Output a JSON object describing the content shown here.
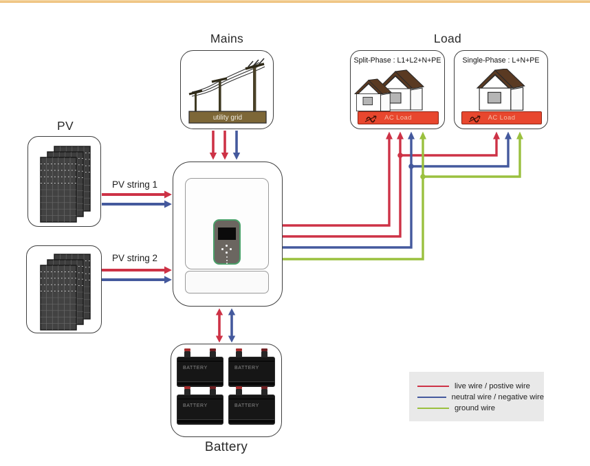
{
  "colors": {
    "live": "#cd3246",
    "neutral": "#44599d",
    "ground": "#9ac03e",
    "accent": "#eab465",
    "acload": "#e8472e"
  },
  "mains": {
    "title": "Mains",
    "grid_label": "utility grid"
  },
  "load": {
    "title": "Load",
    "split": {
      "label": "Split-Phase : L1+L2+N+PE",
      "ac": "AC Load"
    },
    "single": {
      "label": "Single-Phase : L+N+PE",
      "ac": "AC Load"
    }
  },
  "pv": {
    "title": "PV",
    "string1": "PV string 1",
    "string2": "PV string 2"
  },
  "battery": {
    "title": "Battery",
    "cell": "BATTERY"
  },
  "legend": {
    "items": [
      {
        "label": "live wire / postive wire"
      },
      {
        "label": "neutral wire / negative wire"
      },
      {
        "label": "ground wire"
      }
    ]
  }
}
